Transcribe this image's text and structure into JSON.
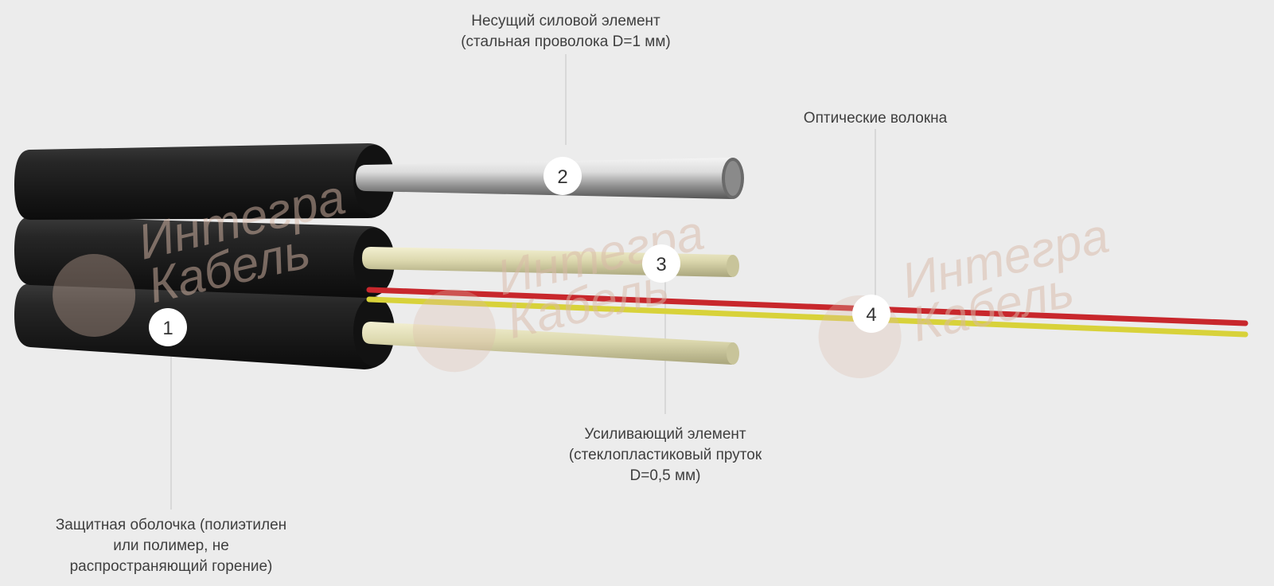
{
  "callouts": [
    {
      "number": "1",
      "lines": [
        "Защитная оболочка (полиэтилен",
        "или полимер, не",
        "распространяющий горение)"
      ]
    },
    {
      "number": "2",
      "lines": [
        "Несущий силовой элемент",
        "(стальная проволока D=1 мм)"
      ]
    },
    {
      "number": "3",
      "lines": [
        "Усиливающий элемент",
        "(стеклопластиковый пруток",
        "D=0,5 мм)"
      ]
    },
    {
      "number": "4",
      "lines": [
        "Оптические волокна"
      ]
    }
  ],
  "watermark": {
    "line1": "Интегра",
    "line2": "Кабель"
  },
  "colors": {
    "background": "#ececec",
    "sheath": "#1c1c1c",
    "steel": "#b9b9b9",
    "rod": "#ddd9b0",
    "fiber_red": "#c8272c",
    "fiber_yellow": "#d8d23a",
    "badge": "#ffffff",
    "leader": "#c4c4c4",
    "watermark": "#d9b9a8"
  }
}
